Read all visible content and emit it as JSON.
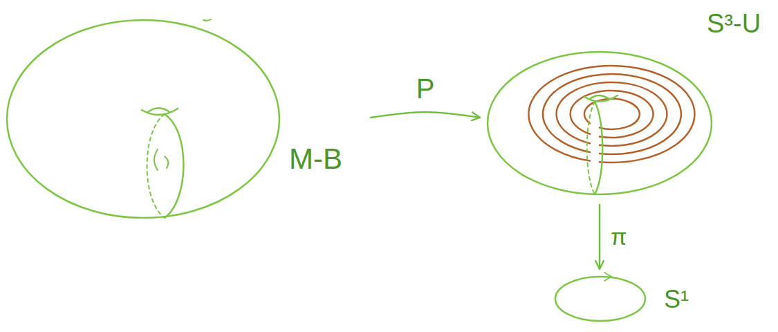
{
  "diagram": {
    "nodes": [
      {
        "text": [
          "M-B"
        ]
      },
      {
        "text": [
          "S³-U"
        ]
      },
      {
        "text": [
          "S¹"
        ]
      }
    ],
    "edges": [
      {
        "from": 0,
        "to": 1,
        "arrow": "to",
        "label": "P"
      },
      {
        "from": 1,
        "to": 2,
        "arrow": "to",
        "label": "π"
      }
    ]
  }
}
